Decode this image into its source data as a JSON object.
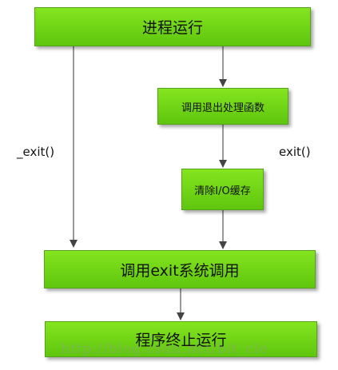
{
  "diagram": {
    "nodes": {
      "process_running": "进程运行",
      "call_exit_handlers": "调用退出处理函数",
      "flush_io_buffers": "清除I/O缓存",
      "call_exit_syscall": "调用exit系统调用",
      "process_terminates": "程序终止运行"
    },
    "edge_labels": {
      "underscore_exit": "_exit()",
      "exit": "exit()"
    }
  },
  "watermark": "http://blog.csdn.net/bit_cle"
}
